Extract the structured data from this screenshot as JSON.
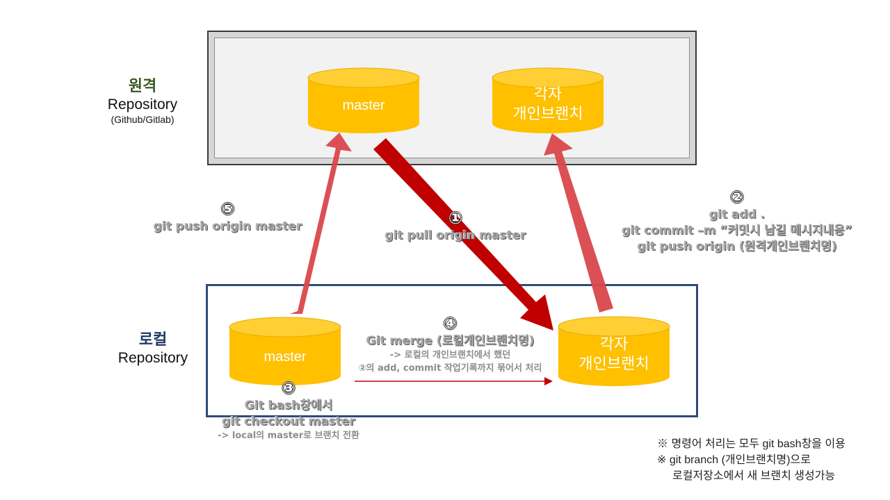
{
  "remote": {
    "title": "원격",
    "repo": "Repository",
    "sub": "(Github/Gitlab)"
  },
  "local": {
    "title": "로컬",
    "repo": "Repository"
  },
  "cylinders": {
    "remote_master": [
      "master"
    ],
    "remote_branch": [
      "각자",
      "개인브랜치"
    ],
    "local_master": [
      "master"
    ],
    "local_branch": [
      "각자",
      "개인브랜치"
    ]
  },
  "steps": {
    "s1": {
      "num": "①",
      "lines": [
        "git pull origin master"
      ]
    },
    "s2": {
      "num": "②",
      "lines": [
        "git add .",
        "git commit –m “커밋시 남길 메시지내용”",
        "git push origin (원격개인브랜치명)"
      ]
    },
    "s3": {
      "num": "③",
      "lines": [
        "Git bash창에서",
        "git checkout master"
      ],
      "note": "-> local의 master로 브랜치 전환"
    },
    "s4": {
      "num": "④",
      "lines": [
        "Git merge (로컬개인브랜치명)"
      ],
      "notes": [
        "-> 로컬의 개인브랜치에서 했던",
        "②의 add, commit 작업기록까지 묶어서 처리"
      ]
    },
    "s5": {
      "num": "⑤",
      "lines": [
        "git push origin master"
      ]
    }
  },
  "footer": [
    "※ 명령어 처리는 모두 git bash창을 이용",
    "※ git branch (개인브랜치명)으로",
    "로컬저장소에서 새 브랜치 생성가능"
  ],
  "colors": {
    "cylinder": "#ffc000",
    "arrow_main": "#c00000",
    "arrow_light": "#d9474b",
    "merge_arrow": "#c00000"
  }
}
